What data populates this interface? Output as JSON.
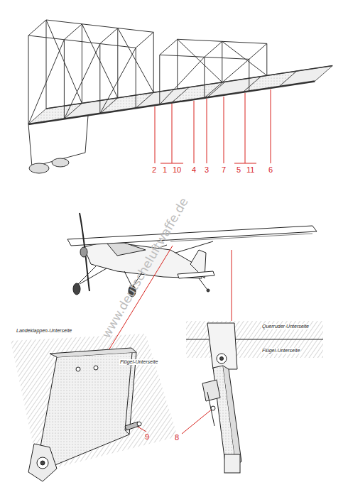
{
  "diagram": {
    "labels": [
      "2",
      "1",
      "10",
      "4",
      "3",
      "7",
      "5",
      "11",
      "6",
      "Landeklappen-Unterseite",
      "Flügel-Unterseite",
      "9",
      "Querruder-Unterseite",
      "Flügel-Unterseite",
      "8",
      "www.deutscheluftwaffe.de"
    ]
  }
}
